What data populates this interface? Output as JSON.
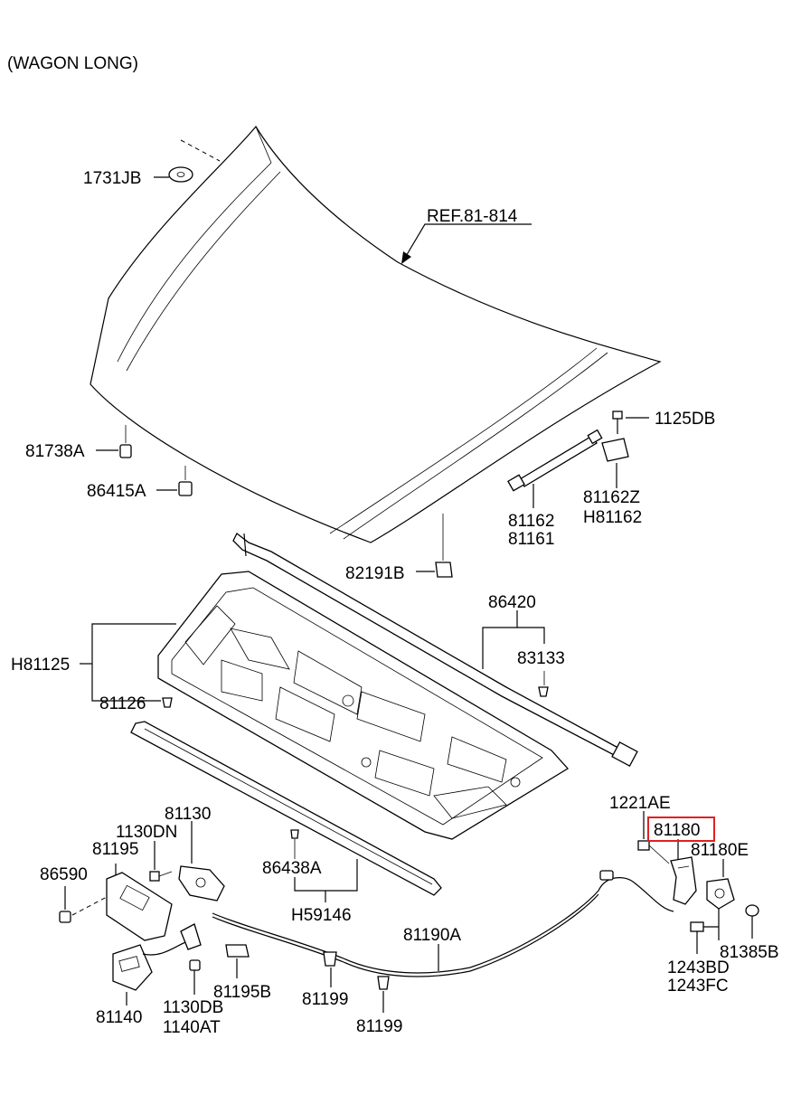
{
  "diagram": {
    "variant_label": "(WAGON LONG)",
    "highlight_color": "#e02020",
    "labels": {
      "p1731jb": "1731JB",
      "ref": "REF.81-814",
      "p1125db": "1125DB",
      "p81738a": "81738A",
      "p86415a": "86415A",
      "p81162z": "81162Z",
      "ph81162": "H81162",
      "p81162": "81162",
      "p81161": "81161",
      "p82191b": "82191B",
      "p86420": "86420",
      "p83133": "83133",
      "ph81125": "H81125",
      "p81126": "81126",
      "p1221ae": "1221AE",
      "p81180": "81180",
      "p81180e": "81180E",
      "p81130": "81130",
      "p1130dn": "1130DN",
      "p81195": "81195",
      "p86590": "86590",
      "p86438a": "86438A",
      "ph59146": "H59146",
      "p81190a": "81190A",
      "p1243bd": "1243BD",
      "p1243fc": "1243FC",
      "p81385b": "81385B",
      "p81199a": "81199",
      "p81199b": "81199",
      "p81195b": "81195B",
      "p1130db": "1130DB",
      "p1140at": "1140AT",
      "p81140": "81140"
    }
  }
}
